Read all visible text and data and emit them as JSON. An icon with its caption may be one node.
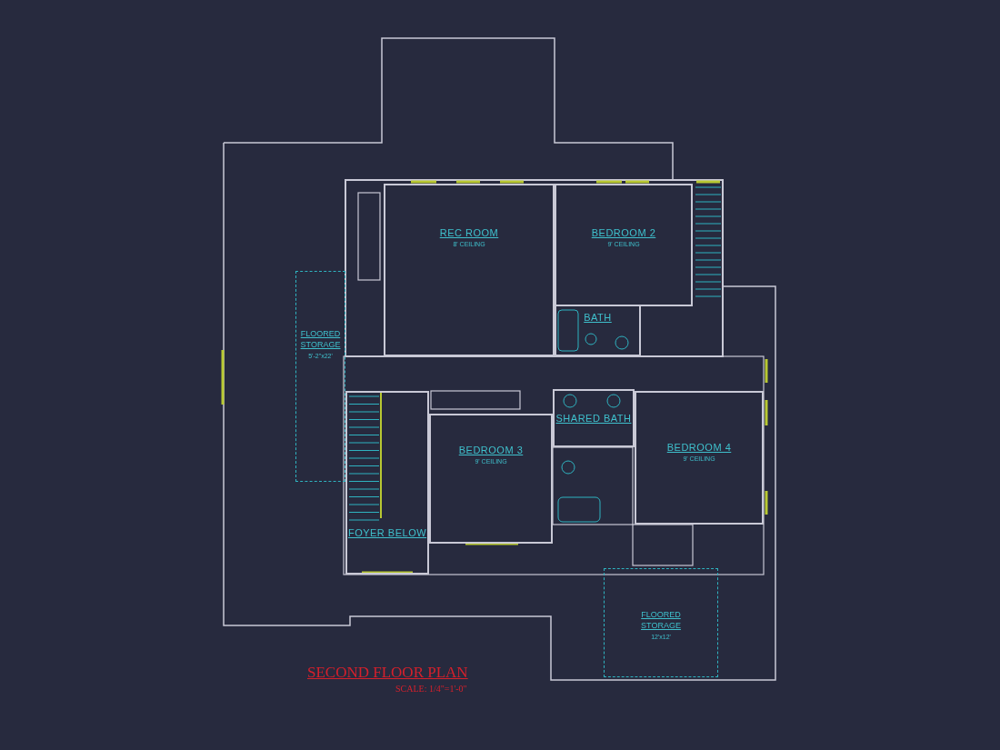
{
  "diagram": {
    "title": "SECOND FLOOR PLAN",
    "caption": "SCALE: 1/4\"=1'-0\"",
    "nodes": [
      {
        "text": [
          "REC ROOM",
          "8' CEILING"
        ]
      },
      {
        "text": [
          "BEDROOM 2",
          "9' CEILING"
        ]
      },
      {
        "text": [
          "BATH"
        ]
      },
      {
        "text": [
          "FLOORED STORAGE",
          "5'-2\"x22'"
        ]
      },
      {
        "text": [
          "SHARED BATH"
        ]
      },
      {
        "text": [
          "BEDROOM 4",
          "9' CEILING"
        ]
      },
      {
        "text": [
          "BEDROOM 3",
          "9' CEILING"
        ]
      },
      {
        "text": [
          "FOYER BELOW"
        ]
      },
      {
        "text": [
          "FLOORED STORAGE",
          "12'x12'"
        ]
      }
    ],
    "edges": []
  }
}
